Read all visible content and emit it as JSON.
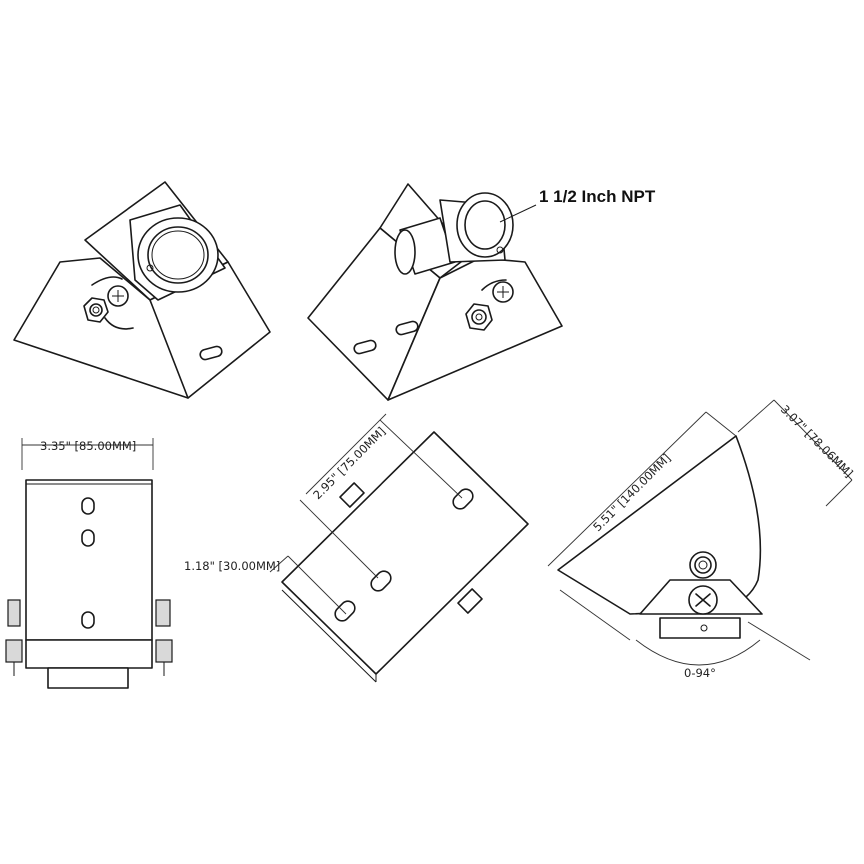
{
  "diagram": {
    "callout_thread": "1 1/2 Inch NPT",
    "dim_width_front": "3.35\" [85.00MM]",
    "dim_hole_spacing": "2.95\" [75.00MM]",
    "dim_hole_offset": "1.18\" [30.00MM]",
    "dim_length": "5.51\" [140.00MM]",
    "dim_height": "3.07\" [78.06MM]",
    "dim_tilt_range": "0-94°"
  },
  "colors": {
    "line": "#1a1a1a",
    "dimension": "#333333",
    "background": "#ffffff"
  }
}
